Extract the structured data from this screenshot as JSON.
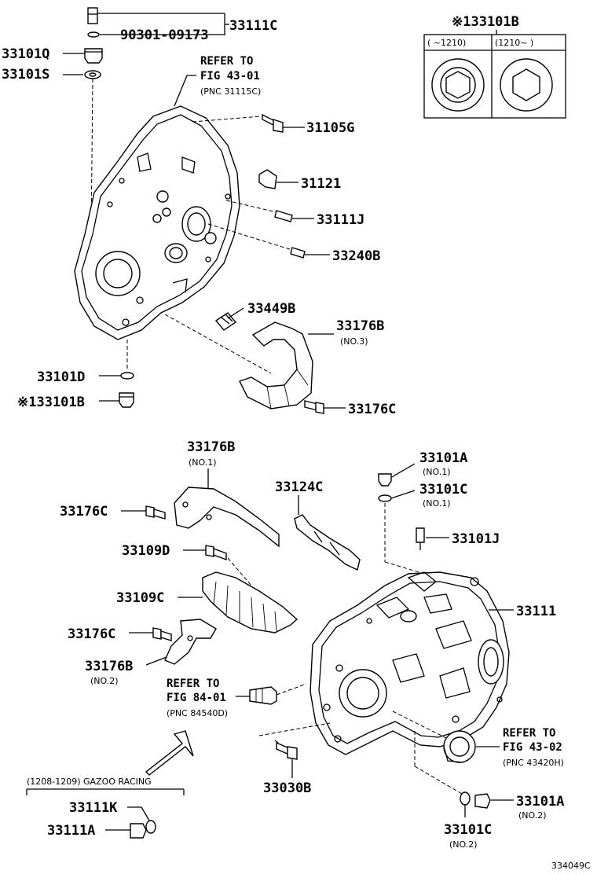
{
  "diagram_code": "334049C",
  "inset": {
    "title": "※133101B",
    "col_left": "(    ~1210)",
    "col_right": "(1210~      )"
  },
  "refer_43_01": {
    "line1": "REFER TO",
    "line2": "FIG 43-01",
    "line3": "(PNC 31115C)"
  },
  "refer_84_01": {
    "line1": "REFER TO",
    "line2": "FIG 84-01",
    "line3": "(PNC 84540D)"
  },
  "refer_43_02": {
    "line1": "REFER TO",
    "line2": "FIG 43-02",
    "line3": "(PNC 43420H)"
  },
  "gazoo": "(1208-1209) GAZOO RACING",
  "labels": {
    "p33111C": "33111C",
    "p90301": "90301-09173",
    "p33101Q": "33101Q",
    "p33101S": "33101S",
    "p31105G": "31105G",
    "p31121": "31121",
    "p33111J": "33111J",
    "p33240B": "33240B",
    "p33449B": "33449B",
    "p33176B_3": "33176B",
    "p33176B_3_sub": "(NO.3)",
    "p33101D": "33101D",
    "p33101B": "※133101B",
    "p33176C_top": "33176C",
    "p33176B_1": "33176B",
    "p33176B_1_sub": "(NO.1)",
    "p33176C_1": "33176C",
    "p33124C": "33124C",
    "p33101A_1": "33101A",
    "p33101A_1_sub": "(NO.1)",
    "p33101C_1": "33101C",
    "p33101C_1_sub": "(NO.1)",
    "p33101J": "33101J",
    "p33109D": "33109D",
    "p33109C": "33109C",
    "p33111": "33111",
    "p33176C_2": "33176C",
    "p33176B_2": "33176B",
    "p33176B_2_sub": "(NO.2)",
    "p33030B": "33030B",
    "p33111K": "33111K",
    "p33111A": "33111A",
    "p33101A_2": "33101A",
    "p33101A_2_sub": "(NO.2)",
    "p33101C_2": "33101C",
    "p33101C_2_sub": "(NO.2)"
  }
}
